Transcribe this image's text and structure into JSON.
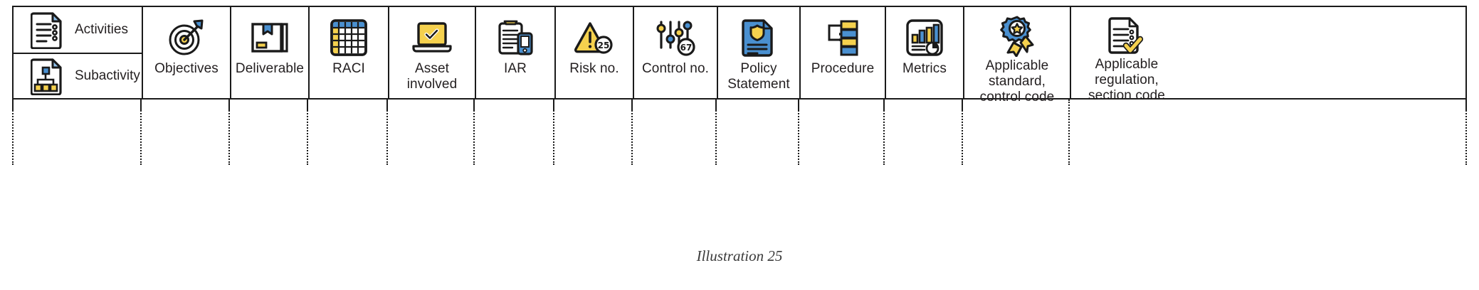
{
  "caption": "Illustration 25",
  "colors": {
    "stroke": "#1a1a1a",
    "yellow": "#f5d14e",
    "blue": "#4a90d0",
    "text": "#231f20",
    "background": "#ffffff"
  },
  "table": {
    "first_column": {
      "rows": [
        {
          "label": "Activities",
          "icon": "document-list-icon"
        },
        {
          "label": "Subactivity",
          "icon": "document-hierarchy-icon"
        }
      ]
    },
    "columns": [
      {
        "label": "Objectives",
        "icon": "target-arrow-icon"
      },
      {
        "label": "Deliverable",
        "icon": "package-box-icon"
      },
      {
        "label": "RACI",
        "icon": "grid-matrix-icon"
      },
      {
        "label": "Asset involved",
        "icon": "laptop-check-icon"
      },
      {
        "label": "IAR",
        "icon": "clipboard-device-icon"
      },
      {
        "label": "Risk no.",
        "icon": "warning-triangle-25-icon",
        "badge": "25"
      },
      {
        "label": "Control no.",
        "icon": "sliders-67-icon",
        "badge": "67"
      },
      {
        "label": "Policy Statement",
        "icon": "document-shield-icon"
      },
      {
        "label": "Procedure",
        "icon": "flowchart-icon"
      },
      {
        "label": "Metrics",
        "icon": "bar-pie-chart-icon"
      },
      {
        "label": "Applicable standard, control code",
        "icon": "award-rosette-icon"
      },
      {
        "label": "Applicable regulation, section code",
        "icon": "document-check-icon"
      }
    ],
    "body_row_style": "dotted-empty"
  }
}
